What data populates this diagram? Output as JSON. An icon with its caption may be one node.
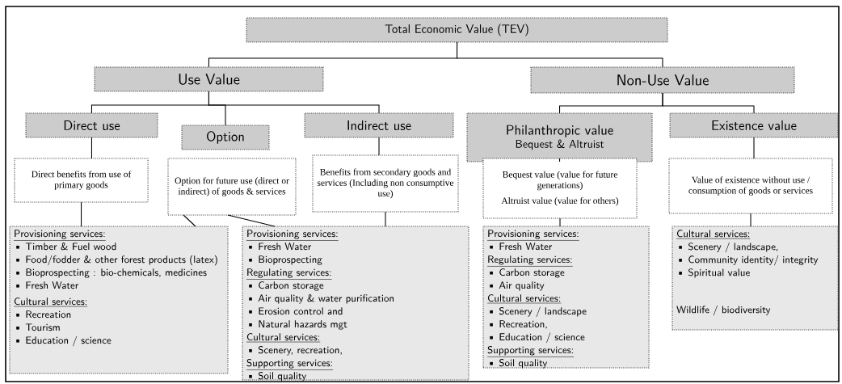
{
  "diagram": {
    "nodes": [
      {
        "text": [
          "Total Economic Value (TEV)"
        ]
      },
      {
        "text": [
          "Use Value"
        ]
      },
      {
        "text": [
          "Non-Use Value"
        ]
      },
      {
        "text": [
          "Direct use"
        ]
      },
      {
        "text": [
          "Option"
        ]
      },
      {
        "text": [
          "Indirect use"
        ]
      },
      {
        "text": [
          "Philanthropic value",
          "Bequest & Altruist"
        ]
      },
      {
        "text": [
          "Existence value"
        ]
      },
      {
        "text": [
          "Direct benefits from use of primary goods"
        ]
      },
      {
        "text": [
          "Option for future use (direct or indirect) of goods & services"
        ]
      },
      {
        "text": [
          "Benefits from secondary goods and services (Including non consumptive use)"
        ]
      },
      {
        "text": [
          "Bequest value (value for future generations)",
          "Altruist value (value for others)"
        ]
      },
      {
        "text": [
          "Value of existence without use / consumption of goods or services"
        ]
      },
      {
        "text": [
          "Provisioning services:",
          "• Timber & Fuel wood",
          "• Food/fodder & other forest products (latex)",
          "• Bioprospecting : bio-chemicals, medicines",
          "• Fresh Water",
          "Cultural services:",
          "• Recreation",
          "• Tourism",
          "• Education / science"
        ]
      },
      {
        "text": [
          "Provisioning services:",
          "• Fresh Water",
          "• Bioprospecting",
          "Regulating services:",
          "• Carbon storage",
          "• Air quality & water purification",
          "• Erosion control and",
          "• Natural hazards mgt",
          "Cultural services:",
          "• Scenery, recreation,",
          "Supporting services:",
          "• Soil quality"
        ]
      },
      {
        "text": [
          "Provisioning services:",
          "• Fresh Water",
          "Regulating services:",
          "• Carbon storage",
          "• Air quality",
          "Cultural services:",
          "• Scenery / landscape",
          "• Recreation,",
          "• Education / science",
          "Supporting services:",
          "• Soil quality"
        ]
      },
      {
        "text": [
          "Cultural services:",
          "• Scenery / landscape,",
          "• Community identity/ integrity",
          "• Spiritual value",
          "Wildlife / biodiversity"
        ]
      }
    ],
    "edges": [
      {
        "from": 0,
        "to": 1,
        "arrow": "none"
      },
      {
        "from": 0,
        "to": 2,
        "arrow": "none"
      },
      {
        "from": 1,
        "to": 3,
        "arrow": "none"
      },
      {
        "from": 1,
        "to": 4,
        "arrow": "none"
      },
      {
        "from": 1,
        "to": 5,
        "arrow": "none"
      },
      {
        "from": 2,
        "to": 6,
        "arrow": "none"
      },
      {
        "from": 2,
        "to": 7,
        "arrow": "none"
      },
      {
        "from": 3,
        "to": 8,
        "arrow": "none"
      },
      {
        "from": 5,
        "to": 10,
        "arrow": "none"
      },
      {
        "from": 6,
        "to": 11,
        "arrow": "none"
      },
      {
        "from": 7,
        "to": 12,
        "arrow": "none"
      },
      {
        "from": 8,
        "to": 13,
        "arrow": "none"
      },
      {
        "from": 9,
        "to": 13,
        "arrow": "none"
      },
      {
        "from": 9,
        "to": 14,
        "arrow": "none"
      },
      {
        "from": 10,
        "to": 14,
        "arrow": "none"
      },
      {
        "from": 11,
        "to": 15,
        "arrow": "none"
      },
      {
        "from": 12,
        "to": 16,
        "arrow": "none"
      }
    ]
  }
}
